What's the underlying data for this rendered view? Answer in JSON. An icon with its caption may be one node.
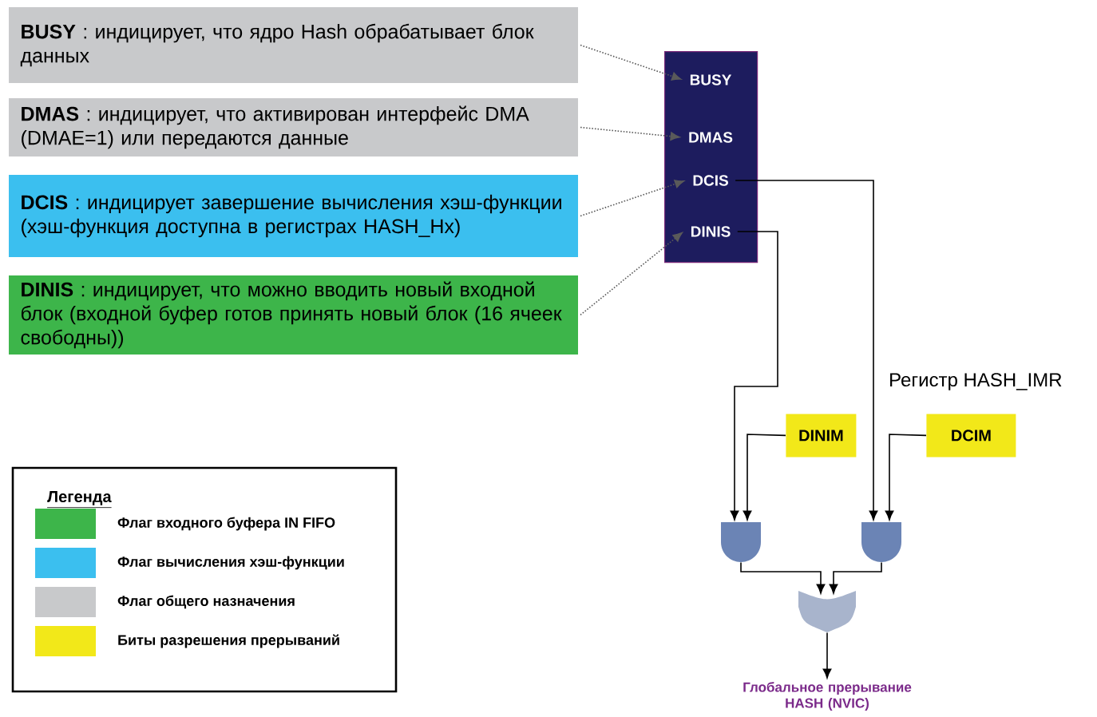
{
  "diagram": {
    "nodes": [
      {
        "text": [
          "**BUSY** : индицирует, что ядро Hash обрабатывает блок данных"
        ]
      },
      {
        "text": [
          "**DMAS** : индицирует, что активирован интерфейс DMA (DMAE=1) или передаются данные"
        ]
      },
      {
        "text": [
          "**DCIS** : индицирует завершение вычисления хэш-функции (хэш-функция доступна в регистрах HASH_Hx)"
        ]
      },
      {
        "text": [
          "**DINIS** : индицирует, что можно вводить новый входной блок (входной буфер готов принять новый блок (16 ячеек свободны))"
        ]
      },
      {
        "text": [],
        "shape": "box"
      },
      {
        "text": [
          "BUSY"
        ],
        "in": 4
      },
      {
        "text": [
          "DMAS"
        ],
        "in": 4
      },
      {
        "text": [
          "DCIS"
        ],
        "in": 4
      },
      {
        "text": [
          "DINIS"
        ],
        "in": 4
      },
      {
        "text": [
          "DINIM"
        ]
      },
      {
        "text": [
          "DCIM"
        ]
      },
      {
        "text": [],
        "shape": "gate"
      },
      {
        "text": [],
        "shape": "gate"
      },
      {
        "text": [],
        "shape": "gate"
      },
      {
        "text": [
          "Глобальное прерывание HASH (NVIC)"
        ]
      }
    ],
    "edges": [
      {
        "from": 0,
        "to": 5,
        "arrow": "to",
        "style": "dashed"
      },
      {
        "from": 1,
        "to": 6,
        "arrow": "to",
        "style": "dashed"
      },
      {
        "from": 2,
        "to": 7,
        "arrow": "to",
        "style": "dashed"
      },
      {
        "from": 3,
        "to": 8,
        "arrow": "to",
        "style": "dashed"
      },
      {
        "from": 8,
        "to": 11,
        "arrow": "to"
      },
      {
        "from": 9,
        "to": 11,
        "arrow": "to"
      },
      {
        "from": 7,
        "to": 12,
        "arrow": "to"
      },
      {
        "from": 10,
        "to": 12,
        "arrow": "to"
      },
      {
        "from": 11,
        "to": 13,
        "arrow": "to"
      },
      {
        "from": 12,
        "to": 13,
        "arrow": "to"
      },
      {
        "from": 13,
        "to": 14,
        "arrow": "to"
      }
    ],
    "labels": [
      "Регистр HASH_IMR",
      "Легенда"
    ],
    "legend": [
      {
        "text": "Флаг входного буфера IN FIFO",
        "color": "#3db54a"
      },
      {
        "text": "Флаг вычисления хэш-функции",
        "color": "#3bbfef"
      },
      {
        "text": "Флаг общего назначения",
        "color": "#c8c9cb"
      },
      {
        "text": "Биты разрешения прерываний",
        "color": "#f2e819"
      }
    ]
  }
}
